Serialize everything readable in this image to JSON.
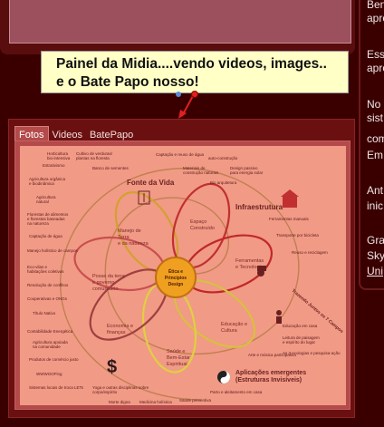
{
  "callout": {
    "line1": "Painel da Midia....vendo videos, images..",
    "line2": "e o Bate Papo nosso!"
  },
  "tabs": [
    {
      "label": "Fotos",
      "active": true
    },
    {
      "label": "Videos",
      "active": false
    },
    {
      "label": "BatePapo",
      "active": false
    }
  ],
  "right_column": {
    "lines": [
      "Ben",
      "apro",
      "",
      "Ess",
      "apro",
      "",
      "No",
      "sist",
      "com",
      "Em",
      "",
      "Ant",
      "inic",
      "",
      "Gra",
      "Sky",
      "Uni"
    ]
  },
  "diagram": {
    "center_label": "Ética e Princípios Design",
    "petals": [
      "Manejo de Terra e da natureza",
      "Espaço Construído",
      "Ferramentas e Tecnologia",
      "Educação e Cultura",
      "Saúde e Bem-Estar Espiritual",
      "Economia e finanças",
      "Posse da terra e governo comunitário"
    ],
    "domains": [
      "Fonte da Vida",
      "Infraestrutura",
      "Aplicações emergentes (Estruturas Invisíveis)",
      "Trazendo Juntos os 7 Campos"
    ],
    "small_labels": [
      "Horticultura bio-intensiva",
      "Cultivo de verduras/ plantas na floresta",
      "Captação e reuso de água",
      "auto-construção",
      "Estrativismo",
      "Banco de sementes",
      "Materiais de construção naturais",
      "Design passivo para energia solar",
      "Agricultura orgânica e biodinâmica",
      "Bio arquitetura",
      "Agricultura natural",
      "Florestas de alimentos e florestas baseadas na natureza",
      "Ferramentas manuais",
      "Captação de água",
      "Transporte por bicicleta",
      "Manejo holístico de campos",
      "Reuso e reciclagem",
      "Eco-vilas e habitações coletivas",
      "Resolução de conflitos",
      "Cooperativas e ONGs",
      "Título Nativo",
      "Contabilidade Energética",
      "Agricultura apoiada na comunidade",
      "Produtos de comércio justo",
      "WWWOOFing",
      "Sistemas locais de troca LETs",
      "Yoga e outras disciplinas sobre corpo/espírito",
      "Morte digna",
      "Medicina holística",
      "Saúde preventiva",
      "Parto e aleitamento em casa",
      "Arte e música participativa",
      "Educação em casa",
      "Leitura de paisagem e espírito do lugar",
      "As 3 ecologias e pesquisa-ação"
    ]
  }
}
